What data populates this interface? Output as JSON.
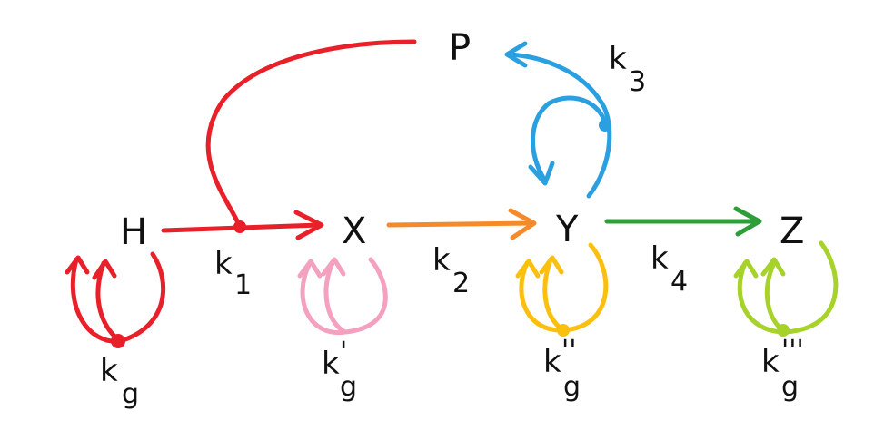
{
  "nodes": {
    "H": "H",
    "X": "X",
    "Y": "Y",
    "Z": "Z",
    "P": "P"
  },
  "rates": {
    "k1": {
      "base": "k",
      "sub": "1"
    },
    "k2": {
      "base": "k",
      "sub": "2"
    },
    "k3": {
      "base": "k",
      "sub": "3"
    },
    "k4": {
      "base": "k",
      "sub": "4"
    },
    "kg": {
      "base": "k",
      "sub": "g"
    },
    "kg1": {
      "base": "k",
      "prime": "'",
      "sub": "g"
    },
    "kg2": {
      "base": "k",
      "prime": "''",
      "sub": "g"
    },
    "kg3": {
      "base": "k",
      "prime": "'''",
      "sub": "g"
    }
  },
  "colors": {
    "H_path": "#e8202a",
    "X_growth": "#f4a0bf",
    "Y_conversion": "#f58a2a",
    "Y_growth": "#fbbf10",
    "P_feedback": "#2ba0e0",
    "Z_conversion": "#2e9e3a",
    "Z_growth": "#a6d22a"
  }
}
